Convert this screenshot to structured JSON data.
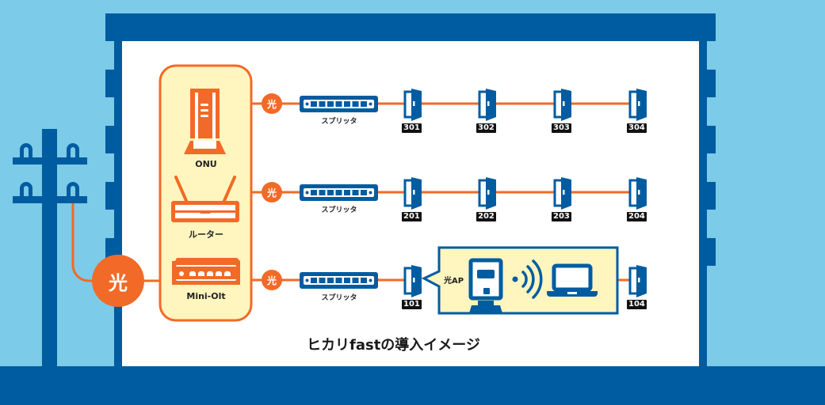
{
  "title": "ヒカリfastの導入イメージ",
  "colors": {
    "sky": "#7ccbe9",
    "building": "#005ca1",
    "fiber": "#f26a27",
    "device_box": "#fff5bf",
    "room_label": "#111111"
  },
  "main_fiber_label": "光",
  "devices": [
    {
      "name": "ONU",
      "icon": "onu-tower-icon"
    },
    {
      "name": "ルーター",
      "icon": "router-icon"
    },
    {
      "name": "Mini-Olt",
      "icon": "mini-olt-switch-icon"
    }
  ],
  "floors": [
    {
      "fiber_label": "光",
      "splitter_label": "スプリッタ",
      "rooms": [
        "301",
        "302",
        "303",
        "304"
      ]
    },
    {
      "fiber_label": "光",
      "splitter_label": "スプリッタ",
      "rooms": [
        "201",
        "202",
        "203",
        "204"
      ]
    },
    {
      "fiber_label": "光",
      "splitter_label": "スプリッタ",
      "rooms": [
        "101",
        "104"
      ]
    }
  ],
  "callout": {
    "label": "光AP",
    "icons": [
      "access-point-icon",
      "wifi-signal-icon",
      "laptop-icon"
    ]
  }
}
